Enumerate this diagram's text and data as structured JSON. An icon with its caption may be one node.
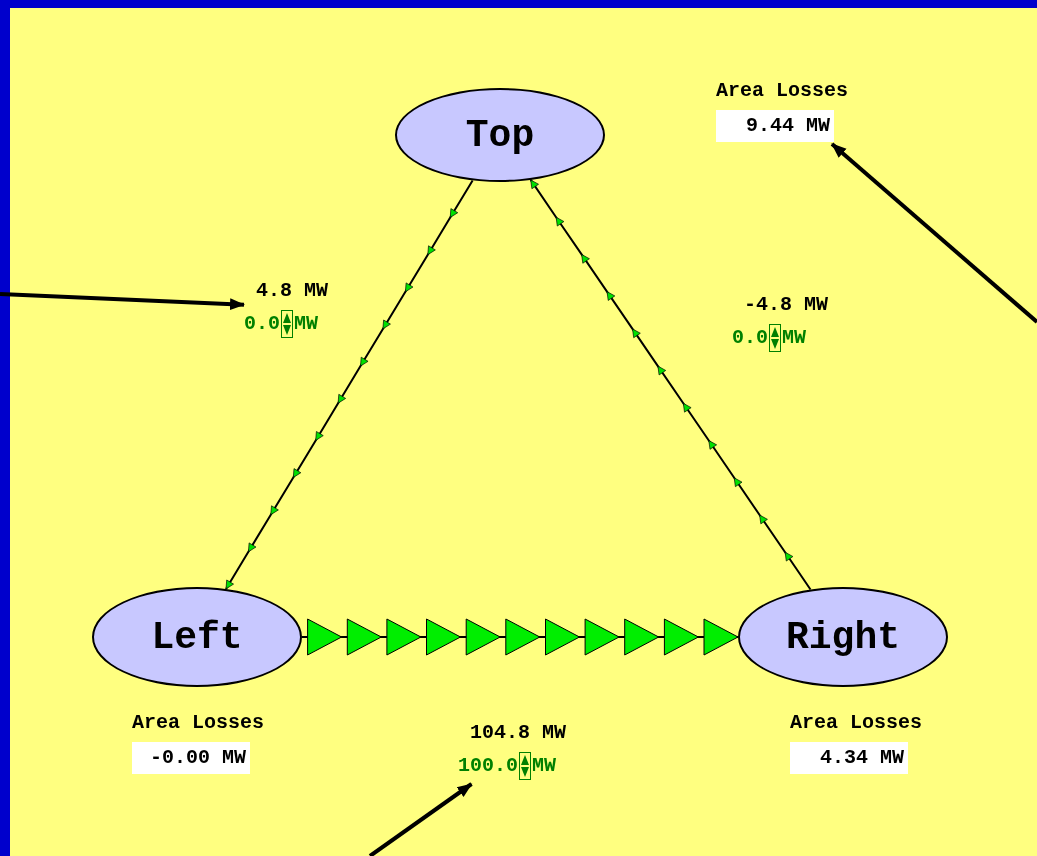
{
  "diagram": {
    "nodes": [
      {
        "text": [
          "Top"
        ]
      },
      {
        "text": [
          "Left"
        ]
      },
      {
        "text": [
          "Right"
        ]
      },
      {
        "text": [
          "4.8 MW",
          "0.0",
          "MW"
        ]
      },
      {
        "text": [
          "-4.8 MW",
          "0.0",
          "MW"
        ]
      },
      {
        "text": [
          "104.8 MW",
          "100.0",
          "MW"
        ]
      },
      {
        "text": [
          "Area Losses",
          "9.44 MW"
        ]
      },
      {
        "text": [
          "Area Losses",
          "-0.00 MW"
        ]
      },
      {
        "text": [
          "Area Losses",
          "4.34 MW"
        ]
      }
    ],
    "edges": [
      {
        "from": 0,
        "to": 1,
        "arrow": "to"
      },
      {
        "from": 2,
        "to": 0,
        "arrow": "to"
      },
      {
        "from": 1,
        "to": 2,
        "arrow": "to"
      },
      {
        "from": null,
        "to": 3,
        "arrow": "to",
        "style": "thick"
      },
      {
        "from": null,
        "to": 6,
        "arrow": "to",
        "style": "thick"
      },
      {
        "from": null,
        "to": 5,
        "arrow": "to",
        "style": "thick"
      }
    ]
  }
}
